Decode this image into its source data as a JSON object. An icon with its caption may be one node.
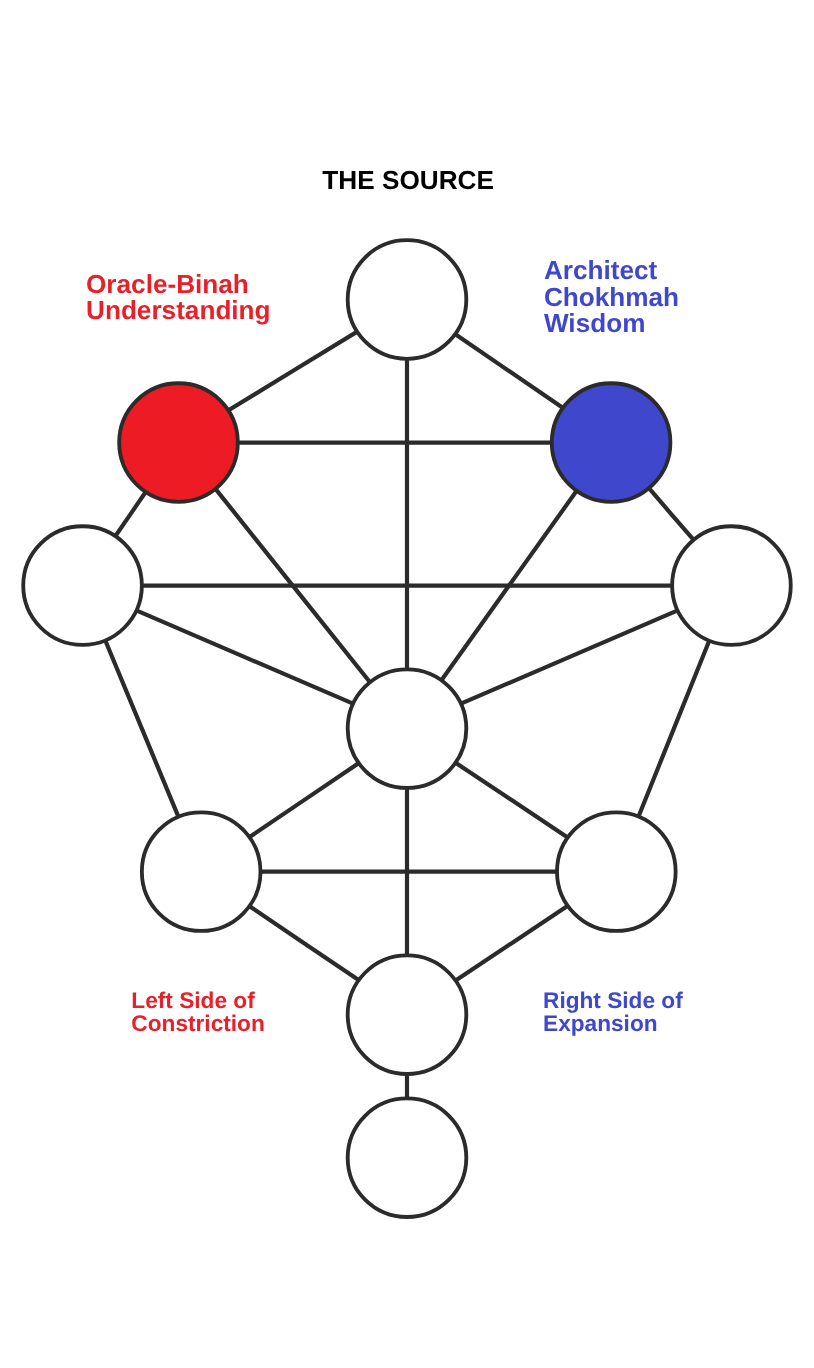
{
  "diagram": {
    "nodes": [
      {
        "text": [],
        "shape": "circle",
        "beside": [
          "THE SOURCE"
        ]
      },
      {
        "text": [],
        "shape": "circle",
        "beside": [
          "Oracle-Binah Understanding"
        ]
      },
      {
        "text": [],
        "shape": "circle",
        "beside": [
          "Architect Chokhmah Wisdom"
        ]
      },
      {
        "text": [],
        "shape": "circle"
      },
      {
        "text": [],
        "shape": "circle"
      },
      {
        "text": [],
        "shape": "circle"
      },
      {
        "text": [],
        "shape": "circle"
      },
      {
        "text": [],
        "shape": "circle"
      },
      {
        "text": [],
        "shape": "circle"
      },
      {
        "text": [],
        "shape": "circle"
      }
    ],
    "edges": [
      {
        "from": 0,
        "to": 1,
        "arrow": "none"
      },
      {
        "from": 0,
        "to": 2,
        "arrow": "none"
      },
      {
        "from": 0,
        "to": 5,
        "arrow": "none"
      },
      {
        "from": 1,
        "to": 2,
        "arrow": "none"
      },
      {
        "from": 1,
        "to": 3,
        "arrow": "none"
      },
      {
        "from": 1,
        "to": 5,
        "arrow": "none"
      },
      {
        "from": 2,
        "to": 4,
        "arrow": "none"
      },
      {
        "from": 2,
        "to": 5,
        "arrow": "none"
      },
      {
        "from": 3,
        "to": 4,
        "arrow": "none"
      },
      {
        "from": 3,
        "to": 5,
        "arrow": "none"
      },
      {
        "from": 3,
        "to": 6,
        "arrow": "none"
      },
      {
        "from": 4,
        "to": 5,
        "arrow": "none"
      },
      {
        "from": 4,
        "to": 7,
        "arrow": "none"
      },
      {
        "from": 5,
        "to": 6,
        "arrow": "none"
      },
      {
        "from": 5,
        "to": 7,
        "arrow": "none"
      },
      {
        "from": 5,
        "to": 8,
        "arrow": "none"
      },
      {
        "from": 6,
        "to": 7,
        "arrow": "none"
      },
      {
        "from": 6,
        "to": 8,
        "arrow": "none"
      },
      {
        "from": 7,
        "to": 8,
        "arrow": "none"
      },
      {
        "from": 8,
        "to": 9,
        "arrow": "none"
      }
    ],
    "labels": [
      "Left Side of Constriction",
      "Right Side of Expansion"
    ]
  }
}
